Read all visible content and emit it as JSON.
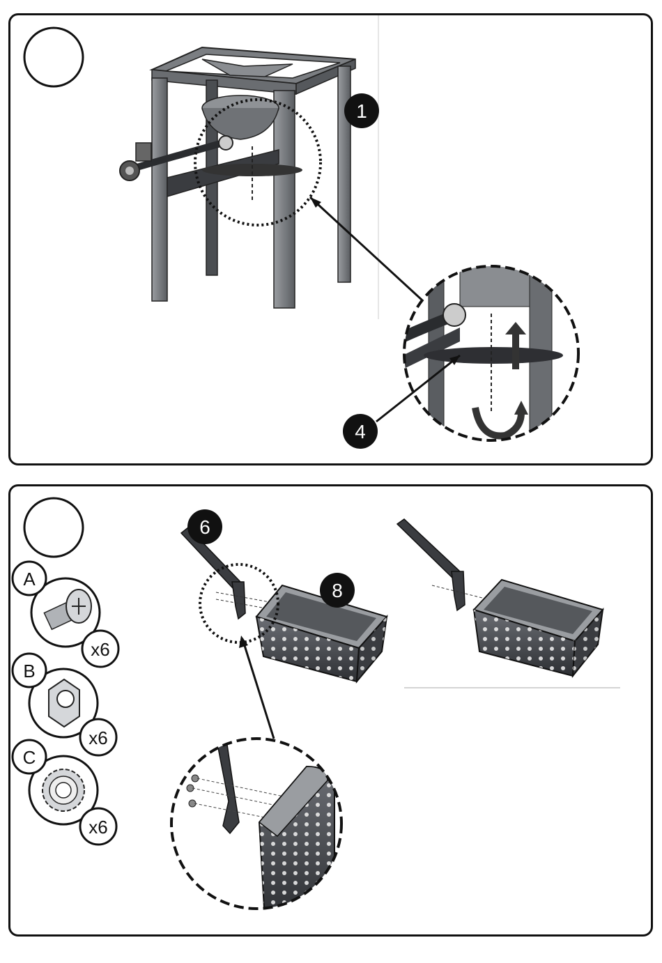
{
  "step1": {
    "callouts": [
      {
        "id": "callout-1",
        "label": "1"
      },
      {
        "id": "callout-4",
        "label": "4"
      }
    ]
  },
  "step2": {
    "callouts": [
      {
        "id": "callout-6",
        "label": "6"
      },
      {
        "id": "callout-8",
        "label": "8"
      }
    ],
    "hardware": [
      {
        "letter": "A",
        "qty": "x6",
        "icon": "screw-icon"
      },
      {
        "letter": "B",
        "qty": "x6",
        "icon": "hex-nut-icon"
      },
      {
        "letter": "C",
        "qty": "x6",
        "icon": "lock-washer-icon"
      }
    ]
  },
  "colors": {
    "metal": "#55585c",
    "metal_light": "#8a8d91",
    "dark": "#111111"
  }
}
